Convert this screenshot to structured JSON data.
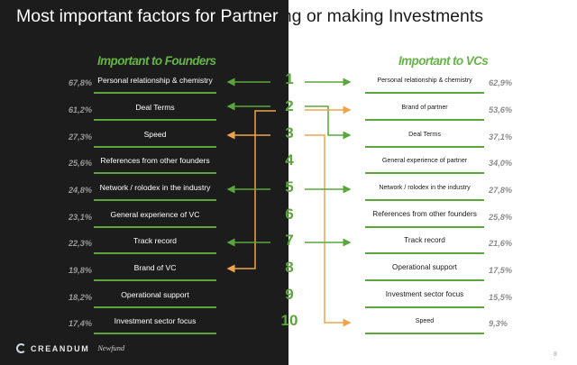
{
  "slide": {
    "title_left": "Most important factors for Partner",
    "title_right": "ing or making Investments"
  },
  "founders": {
    "heading": "Important to Founders",
    "items": [
      {
        "pct": "67,8%",
        "label": "Personal relationship & chemistry"
      },
      {
        "pct": "61,2%",
        "label": "Deal Terms"
      },
      {
        "pct": "27,3%",
        "label": "Speed"
      },
      {
        "pct": "25,6%",
        "label": "References from other founders"
      },
      {
        "pct": "24,8%",
        "label": "Network / rolodex in the industry"
      },
      {
        "pct": "23,1%",
        "label": "General experience of VC"
      },
      {
        "pct": "22,3%",
        "label": "Track record"
      },
      {
        "pct": "19,8%",
        "label": "Brand of VC"
      },
      {
        "pct": "18,2%",
        "label": "Operational support"
      },
      {
        "pct": "17,4%",
        "label": "Investment sector focus"
      }
    ]
  },
  "vcs": {
    "heading": "Important to VCs",
    "items": [
      {
        "pct": "62,9%",
        "label": "Personal relationship  & chemistry"
      },
      {
        "pct": "53,6%",
        "label": "Brand of partner"
      },
      {
        "pct": "37,1%",
        "label": "Deal Terms"
      },
      {
        "pct": "34,0%",
        "label": "General experience  of partner"
      },
      {
        "pct": "27,8%",
        "label": "Network / rolodex in the industry"
      },
      {
        "pct": "25,8%",
        "label": "References from other founders"
      },
      {
        "pct": "21,6%",
        "label": "Track record"
      },
      {
        "pct": "17,5%",
        "label": "Operational support"
      },
      {
        "pct": "15,5%",
        "label": "Investment sector focus"
      },
      {
        "pct": "9,3%",
        "label": "Speed"
      }
    ]
  },
  "ranks": [
    "1",
    "2",
    "3",
    "4",
    "5",
    "6",
    "7",
    "8",
    "9",
    "10"
  ],
  "colors": {
    "accent_green": "#5aa63c",
    "accent_orange": "#f0a34b",
    "dark_panel": "#1c1c1c"
  },
  "footer": {
    "brand": "CREANDUM",
    "partner": "Newfund",
    "page": "8"
  }
}
